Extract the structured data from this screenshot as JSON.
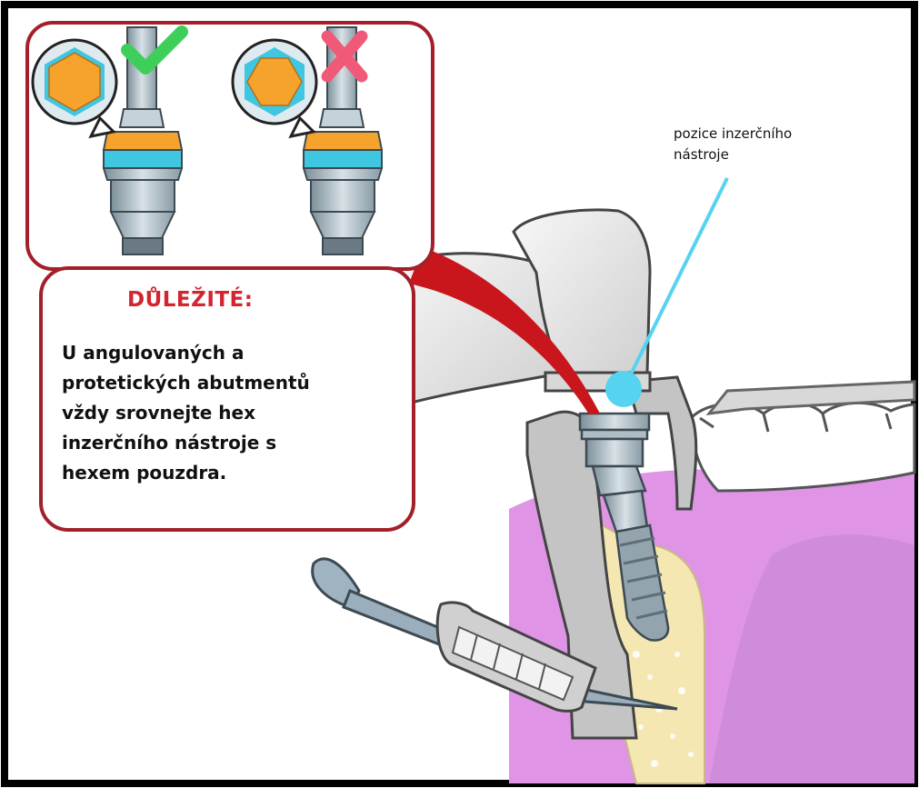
{
  "callout": {
    "title": "DŮLEŽITÉ:",
    "body_lines": [
      "U angulovaných a",
      "protetických abutmentů",
      "vždy srovnejte hex",
      "inzerčního nástroje s",
      "hexem pouzdra."
    ]
  },
  "tool_position_label": {
    "lines": [
      "pozice inzerčního",
      "nástroje"
    ]
  },
  "icons": {
    "correct": "check-icon",
    "incorrect": "cross-icon"
  },
  "colors": {
    "frame": "#000000",
    "callout_border": "#a3202a",
    "accent_red": "#d3242f",
    "hex_orange": "#f5a32c",
    "hex_cyan": "#3fc6e0",
    "gum": "#df94e6",
    "gum_inner": "#c98ad6",
    "bone": "#f4e7b2",
    "check_green": "#3ecf5a",
    "cross_pink": "#f05a78",
    "pointer_cyan": "#56d3f0"
  }
}
